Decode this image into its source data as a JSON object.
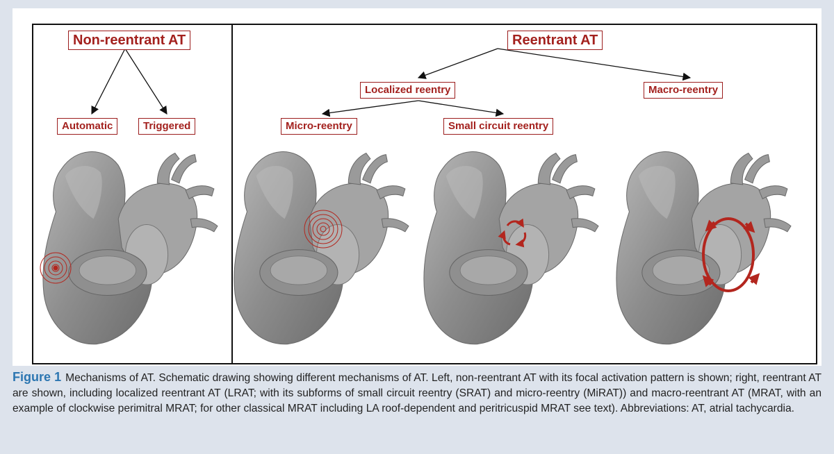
{
  "figure": {
    "left_panel": {
      "title": "Non-reentrant AT",
      "children": [
        "Automatic",
        "Triggered"
      ]
    },
    "right_panel": {
      "title": "Reentrant AT",
      "level2": [
        "Localized reentry",
        "Macro-reentry"
      ],
      "level3": [
        "Micro-reentry",
        "Small circuit reentry"
      ]
    },
    "colors": {
      "label_text": "#a3211e",
      "label_border": "#9b1c1c",
      "heart": "#8e8e8e",
      "activation": "#b3261e",
      "caption_label": "#2c76b1",
      "background": "#dde3ec"
    }
  },
  "caption": {
    "label": "Figure 1",
    "text": "Mechanisms of AT. Schematic drawing showing different mechanisms of AT. Left, non-reentrant AT with its focal activation pattern is shown; right, reentrant AT are shown, including localized reentrant AT (LRAT; with its subforms of small circuit reentry (SRAT) and micro-reentry (MiRAT)) and macro-reentrant AT (MRAT, with an example of clockwise perimitral MRAT; for other classical MRAT including LA roof-dependent and peritricuspid MRAT see text). Abbreviations: AT, atrial tachycardia."
  }
}
